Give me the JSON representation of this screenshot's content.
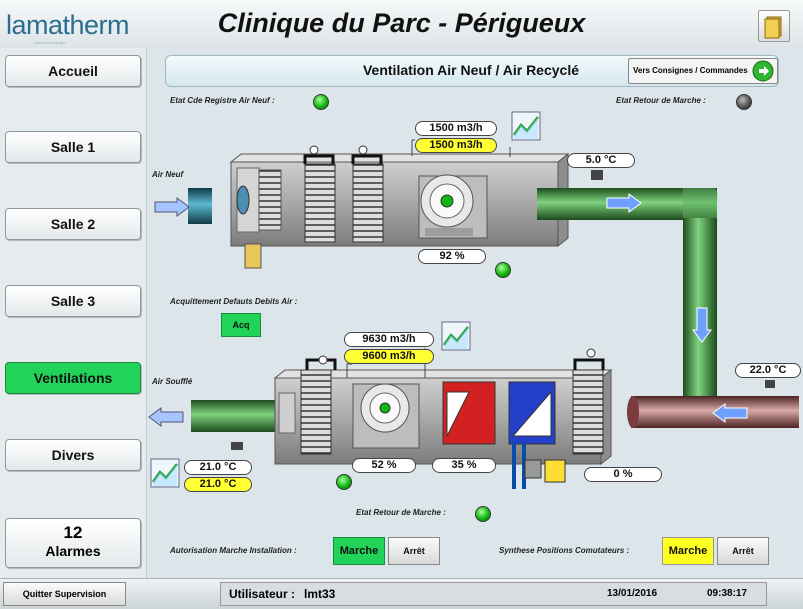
{
  "header": {
    "logo": "lamatherm",
    "logo_sub": "Confort & énergie",
    "title": "Clinique du Parc - Périgueux",
    "folder_icon": "folder-icon"
  },
  "sidebar": {
    "items": [
      {
        "label": "Accueil"
      },
      {
        "label": "Salle 1"
      },
      {
        "label": "Salle 2"
      },
      {
        "label": "Salle 3"
      },
      {
        "label": "Ventilations",
        "active": true
      },
      {
        "label": "Divers"
      }
    ],
    "alarms": {
      "count": "12",
      "label": "Alarmes"
    }
  },
  "main": {
    "subtitle": "Ventilation Air Neuf / Air Recyclé",
    "nav_consignes": "Vers Consignes / Commandes",
    "etat_registre_label": "Etat Cde Registre Air Neuf :",
    "etat_retour_label_top": "Etat Retour de Marche :",
    "air_neuf_label": "Air Neuf",
    "air_souffle_label": "Air Soufflé",
    "top_flow_measure": "1500 m3/h",
    "top_flow_setpoint": "1500 m3/h",
    "top_outlet_temp": "5.0 °C",
    "top_fan_speed": "92 %",
    "acquittement_label": "Acquittement Defauts Debits Air :",
    "acq_button": "Acq",
    "bottom_flow_measure": "9630 m3/h",
    "bottom_flow_setpoint": "9600 m3/h",
    "return_temp": "22.0 °C",
    "supply_temp_measure": "21.0 °C",
    "supply_temp_setpoint": "21.0 °C",
    "bottom_fan_speed": "52 %",
    "heating_valve": "35 %",
    "bypass_valve": "0 %",
    "etat_retour_label_bottom": "Etat Retour de Marche :",
    "autorisation_label": "Autorisation Marche Installation :",
    "autorisation_on": "Marche",
    "autorisation_off": "Arrêt",
    "synthese_label": "Synthese Positions Comutateurs :",
    "synthese_on": "Marche",
    "synthese_off": "Arrêt"
  },
  "footer": {
    "quit": "Quitter Supervision",
    "user_label": "Utilisateur :",
    "user": "lmt33",
    "date": "13/01/2016",
    "time": "09:38:17"
  },
  "colors": {
    "active_green": "#22d35a",
    "setpoint_yellow": "#ffff33",
    "duct_green": "#2e8b2e",
    "duct_brown": "#8a4a4a"
  }
}
